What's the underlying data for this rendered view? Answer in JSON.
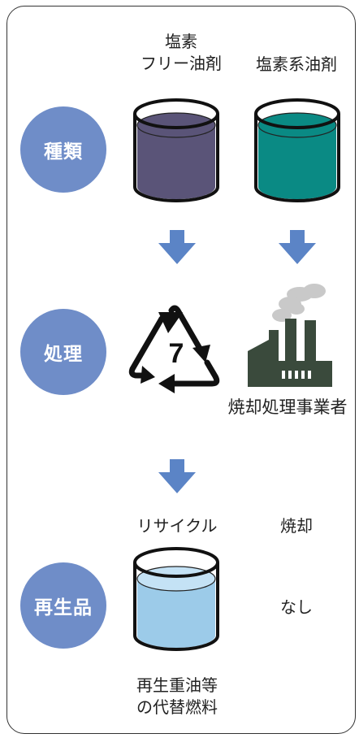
{
  "rows": {
    "type": "種類",
    "treatment": "処理",
    "recycled_product": "再生品"
  },
  "columns": {
    "chlorine_free": {
      "label_line1": "塩素",
      "label_line2": "フリー油剤",
      "liquid_color": "#5a5478",
      "processing": "7",
      "result": "リサイクル",
      "product_line1": "再生重油等",
      "product_line2": "の代替燃料",
      "product_color": "#9ccbe9"
    },
    "chlorinated": {
      "label": "塩素系油剤",
      "liquid_color": "#0a8a84",
      "processor": "焼却処理事業者",
      "result": "焼却",
      "product": "なし"
    }
  },
  "colors": {
    "row_circle": "#6f8dc8",
    "arrow": "#5b84c6",
    "factory": "#3a4a3c",
    "smoke": "#c9c9c9"
  }
}
